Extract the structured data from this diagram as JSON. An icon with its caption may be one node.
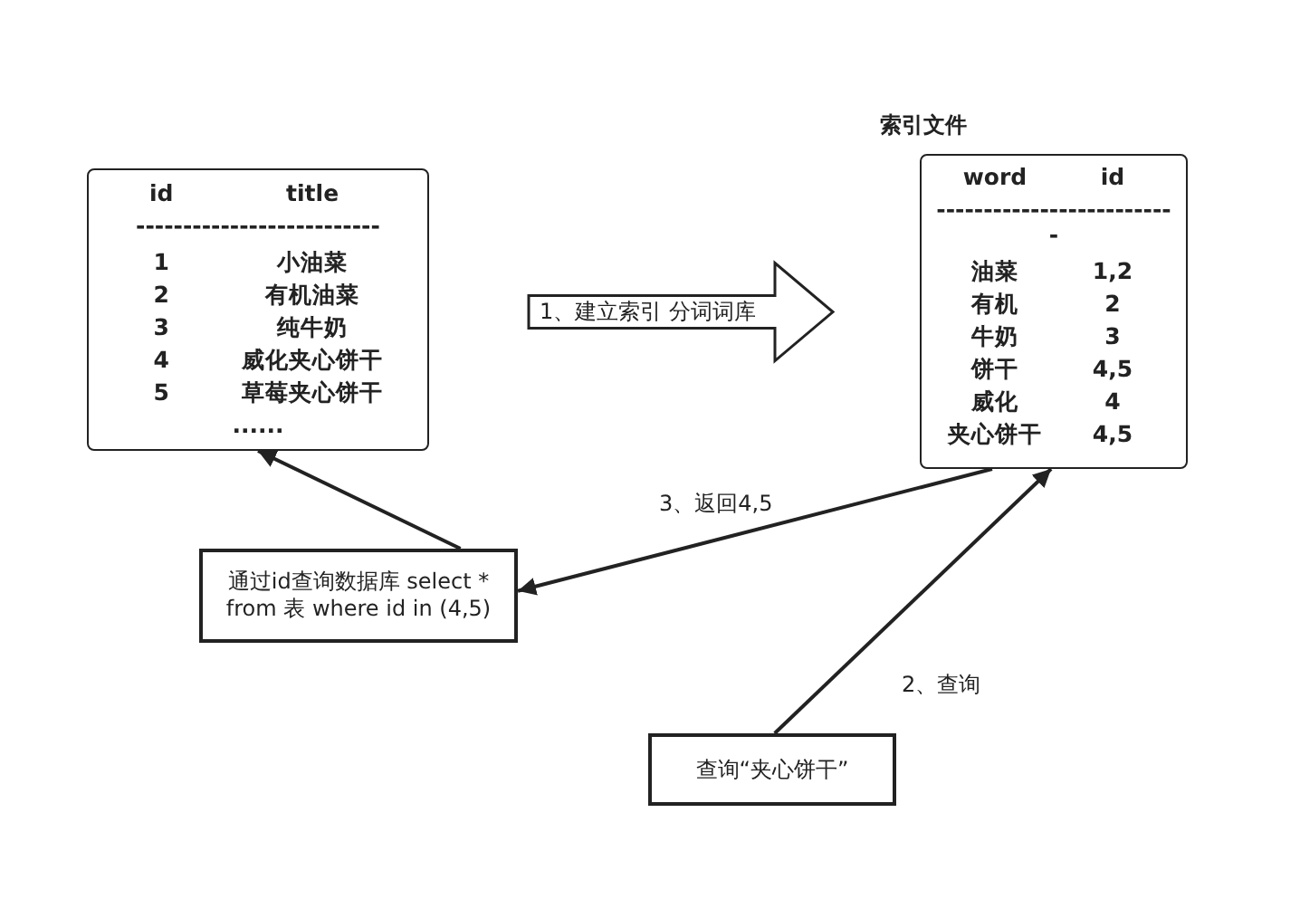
{
  "diagram": {
    "nodes": [
      {
        "text": [
          "id",
          "title",
          "--------------------------",
          "1",
          "小油菜",
          "2",
          "有机油菜",
          "3",
          "纯牛奶",
          "4",
          "威化夹心饼干",
          "5",
          "草莓夹心饼干",
          "......"
        ]
      },
      {
        "text": [
          "索引文件",
          "word",
          "id",
          "--------------------------",
          "油菜",
          "1,2",
          "有机",
          "2",
          "牛奶",
          "3",
          "饼干",
          "4,5",
          "威化",
          "4",
          "夹心饼干",
          "4,5"
        ]
      },
      {
        "text": [
          "通过id查询数据库 select * from 表 where id in (4,5)"
        ]
      },
      {
        "text": [
          "查询“夹心饼干”"
        ]
      }
    ],
    "edges": [
      {
        "from": 0,
        "to": 1,
        "arrow": "to",
        "label": "1、建立索引 分词词库",
        "style": "thick"
      },
      {
        "from": 2,
        "to": 0,
        "arrow": "to"
      },
      {
        "from": 1,
        "to": 2,
        "arrow": "to",
        "label": "3、返回4,5"
      },
      {
        "from": 3,
        "to": 1,
        "arrow": "to",
        "label": "2、查询"
      }
    ]
  }
}
